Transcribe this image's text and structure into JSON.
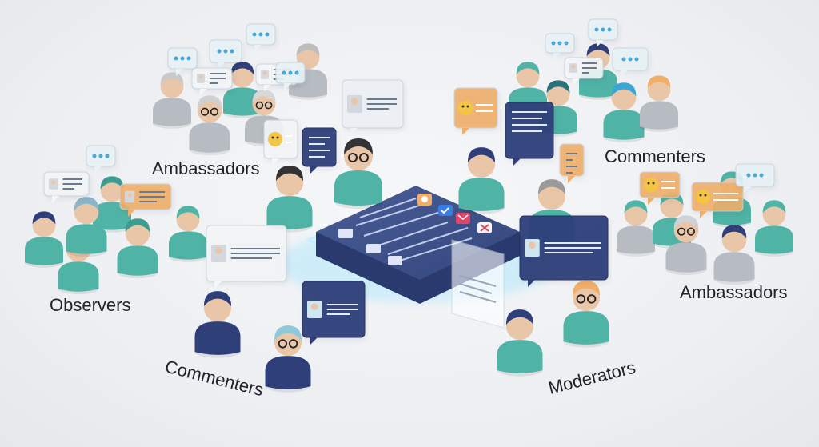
{
  "labels": {
    "ambassadors_left": "Ambassadors",
    "commenters_right": "Commenters",
    "observers": "Observers",
    "ambassadors_right": "Ambassadors",
    "commenters_bottom": "Commenters",
    "moderators": "Moderators"
  },
  "colors": {
    "teal": "#4fb3a6",
    "teal_dark": "#3d9c90",
    "navy": "#2e3f7a",
    "navy_dark": "#24336a",
    "gray": "#b7bcc3",
    "skin": "#e9c6a8",
    "orange": "#f0b06b",
    "yellow": "#f4c542",
    "platform": "#3c4f86",
    "glow": "#8fe0ff"
  },
  "icons": [
    "speech-bubble-icon",
    "profile-card-icon",
    "emoji-icon",
    "message-icon",
    "check-icon",
    "mail-icon",
    "close-icon"
  ]
}
